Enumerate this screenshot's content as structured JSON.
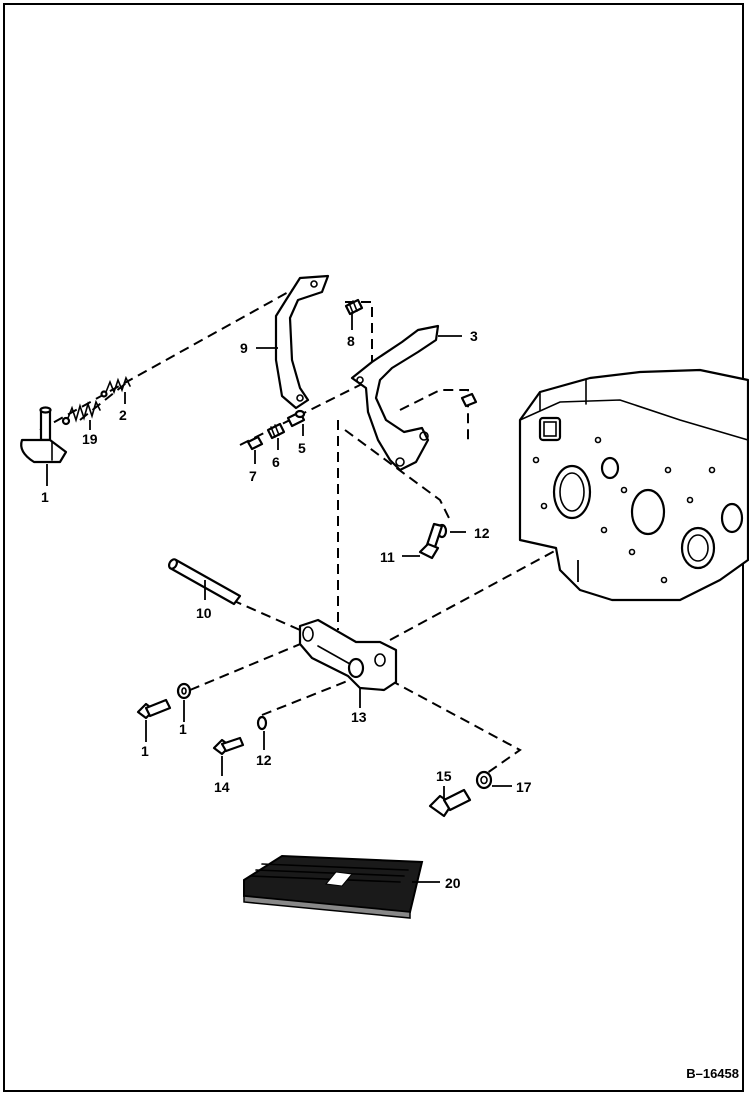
{
  "figure_ref": "B–16458",
  "callouts": {
    "c1": "1",
    "c2": "2",
    "c3": "3",
    "c5": "5",
    "c6": "6",
    "c7": "7",
    "c8": "8",
    "c9": "9",
    "c10": "10",
    "c11": "11",
    "c12a": "12",
    "c12b": "12",
    "c13": "13",
    "c14a": "14",
    "c14b": "1",
    "c15": "15",
    "c16": "1",
    "c17": "17",
    "c19": "19",
    "c20": "20"
  }
}
